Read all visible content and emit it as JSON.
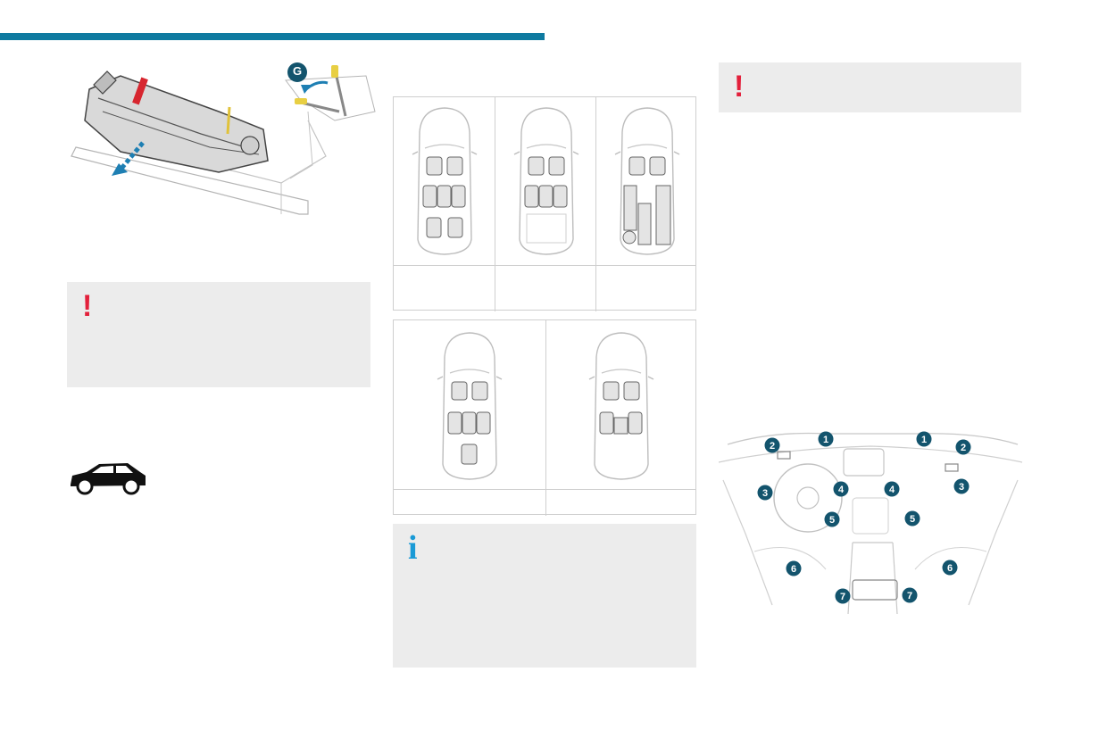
{
  "header": {
    "accent_color": "#0e7aa0"
  },
  "seat_illustration": {
    "marker_label": "G",
    "marker_color": "#13546d"
  },
  "warning_box_left": {
    "icon": "!",
    "icon_color": "#e3203b"
  },
  "warning_box_right": {
    "icon": "!",
    "icon_color": "#e3203b"
  },
  "info_box": {
    "icon": "i",
    "icon_color": "#1a9ad6"
  },
  "vehicle_icon": {
    "name": "suv-car-icon"
  },
  "seat_configurations": {
    "row1": [
      "seven-seats",
      "five-seats-flat",
      "two-seats-cargo"
    ],
    "row2": [
      "six-seats-single-rear",
      "five-seats-center-armrest"
    ]
  },
  "dashboard_callouts": [
    "1",
    "1",
    "2",
    "2",
    "3",
    "3",
    "4",
    "4",
    "5",
    "5",
    "6",
    "6",
    "7",
    "7"
  ]
}
